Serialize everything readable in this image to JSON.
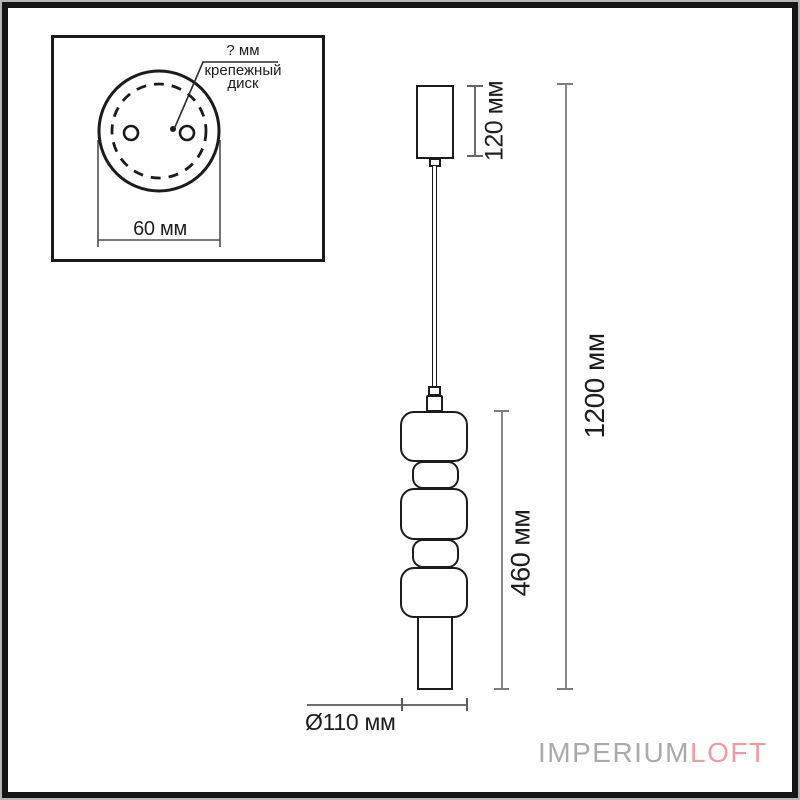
{
  "inset": {
    "hole_diameter_label": "? мм",
    "part_label_line1": "крепежный",
    "part_label_line2": "диск",
    "disk_diameter": "60 мм"
  },
  "dimensions": {
    "canopy_height": "120 мм",
    "shade_height": "460 мм",
    "overall_height": "1200 мм",
    "shade_diameter": "Ø110 мм"
  },
  "logo": {
    "brand_primary": "IMPERIUM",
    "brand_accent": "LOFT"
  },
  "colors": {
    "drawing_stroke": "#1c1c1c",
    "dimension_line": "#868686",
    "logo_gray": "#aba9ad",
    "logo_pink": "#ee9ca1",
    "frame": "#151515",
    "background": "#ffffff"
  }
}
